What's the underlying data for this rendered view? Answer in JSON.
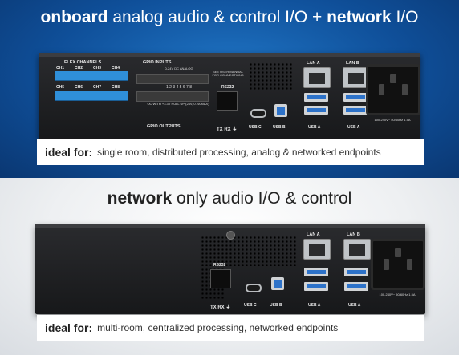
{
  "top_section": {
    "headline": {
      "bold1": "onboard",
      "normal1": " analog audio & control I/O + ",
      "bold2": "network",
      "normal2": " I/O"
    },
    "ideal": {
      "label": "ideal for:",
      "text": "single room, distributed processing, analog & networked endpoints"
    },
    "device": {
      "flex_channels": "FLEX CHANNELS",
      "gpio_inputs": "GPIO INPUTS",
      "gpio_outputs": "GPIO OUTPUTS",
      "ch_top": [
        "CH1",
        "CH2",
        "CH3",
        "CH4"
      ],
      "ch_bottom": [
        "CH5",
        "CH6",
        "CH7",
        "CH8"
      ],
      "manual_note": "SEE USER MANUAL FOR CONNECTIONS",
      "rs232": "RS232",
      "tx_rx": "TX RX ⏚",
      "usb_c": "USB C",
      "usb_b": "USB B",
      "usb_a1": "USB A",
      "usb_a2": "USB A",
      "lan_a": "LAN A",
      "lan_b": "LAN B",
      "power_rating": "100-240V~ 50/60Hz 1.5A",
      "gpio_in_note": "0-24V DC ANALOG",
      "gpio_out_note": "OC WITH +3.3V PULL UP (24V, 0.2A MAX)",
      "gpio_numbers": "1 2 3 4 5 6 7 8"
    }
  },
  "bottom_section": {
    "headline": {
      "bold1": "network",
      "normal1": " only audio I/O & control"
    },
    "ideal": {
      "label": "ideal for:",
      "text": "multi-room, centralized processing, networked endpoints"
    },
    "device": {
      "rs232": "RS232",
      "tx_rx": "TX RX ⏚",
      "usb_c": "USB C",
      "usb_b": "USB B",
      "usb_a1": "USB A",
      "usb_a2": "USB A",
      "lan_a": "LAN A",
      "lan_b": "LAN B",
      "power_rating": "100-240V~ 50/60Hz 1.5A"
    }
  },
  "colors": {
    "top_background": "#1565b4",
    "bottom_background": "#eceef0",
    "terminal_blue": "#2f8fd9",
    "usb_blue": "#2d72c9"
  }
}
